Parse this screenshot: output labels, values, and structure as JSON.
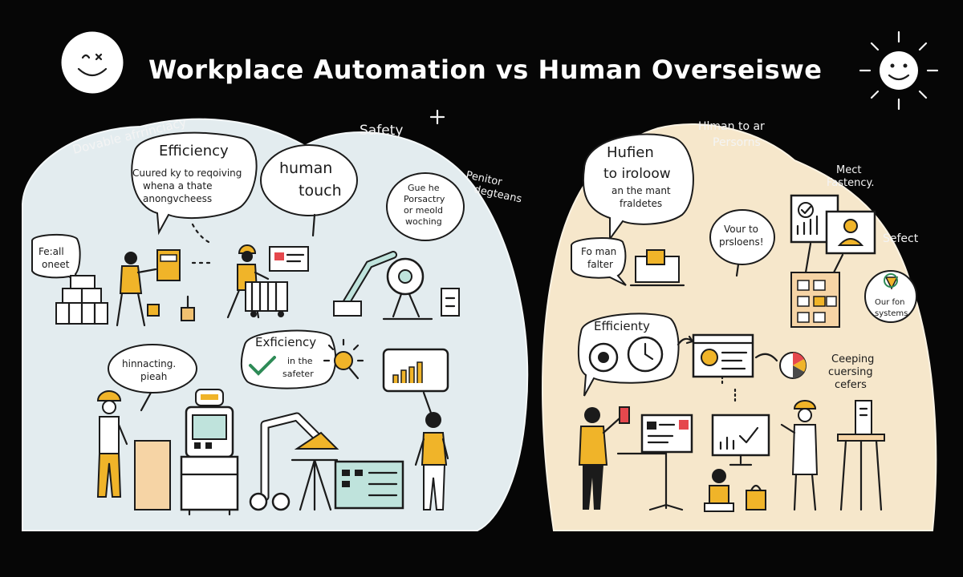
{
  "title": "Workplace Automation vs Human Overseiswe",
  "colors": {
    "background": "#060606",
    "left_panel": "#e3ecef",
    "right_panel": "#f6e7cb",
    "accent_yellow": "#f0b429",
    "accent_red": "#e5484d",
    "machine_teal": "#bfe3dc"
  },
  "left": {
    "corner_note": "Dovable afrrinciacy",
    "safety_label": "Safety",
    "efficiency_bubble": {
      "heading": "Efficiency",
      "line1": "Cuured ky to reqoiving",
      "line2": "whena a thate",
      "line3": "anongvcheess"
    },
    "human_touch_bubble": {
      "line1": "human",
      "line2": "touch"
    },
    "small_bubble": {
      "line1": "Gue he",
      "line2": "Porsactry",
      "line3": "or meold",
      "line4": "woching"
    },
    "monitor_note": {
      "line1": "Penitor",
      "line2": "degteans"
    },
    "recall_bubble": {
      "line1": "Fe:all",
      "line2": "oneet"
    },
    "hinnacting_bubble": {
      "line1": "hinnacting.",
      "line2": "pieah"
    },
    "efficiency_safety_bubble": {
      "line1": "Exficiency",
      "line2": "in the",
      "line3": "safeter"
    }
  },
  "right": {
    "top_note": {
      "line1": "Hlman to ar",
      "line2": "Persorns"
    },
    "hufien_bubble": {
      "line1": "Hufien",
      "line2": "to iroloow",
      "line3": "an the mant",
      "line4": "fraldetes"
    },
    "vour_bubble": {
      "line1": "Vour to",
      "line2": "prsloens!"
    },
    "fonman_bubble": {
      "line1": "Fo man",
      "line2": "falter"
    },
    "meet_note": {
      "line1": "Mect",
      "line2": "Fastency."
    },
    "sefect_label": "Sefect",
    "badge_note": {
      "line1": "Our fon",
      "line2": "systems"
    },
    "efficiency_label": "Efficienty",
    "keeping_note": {
      "line1": "Ceeping",
      "line2": "cuersing",
      "line3": "cefers"
    }
  }
}
